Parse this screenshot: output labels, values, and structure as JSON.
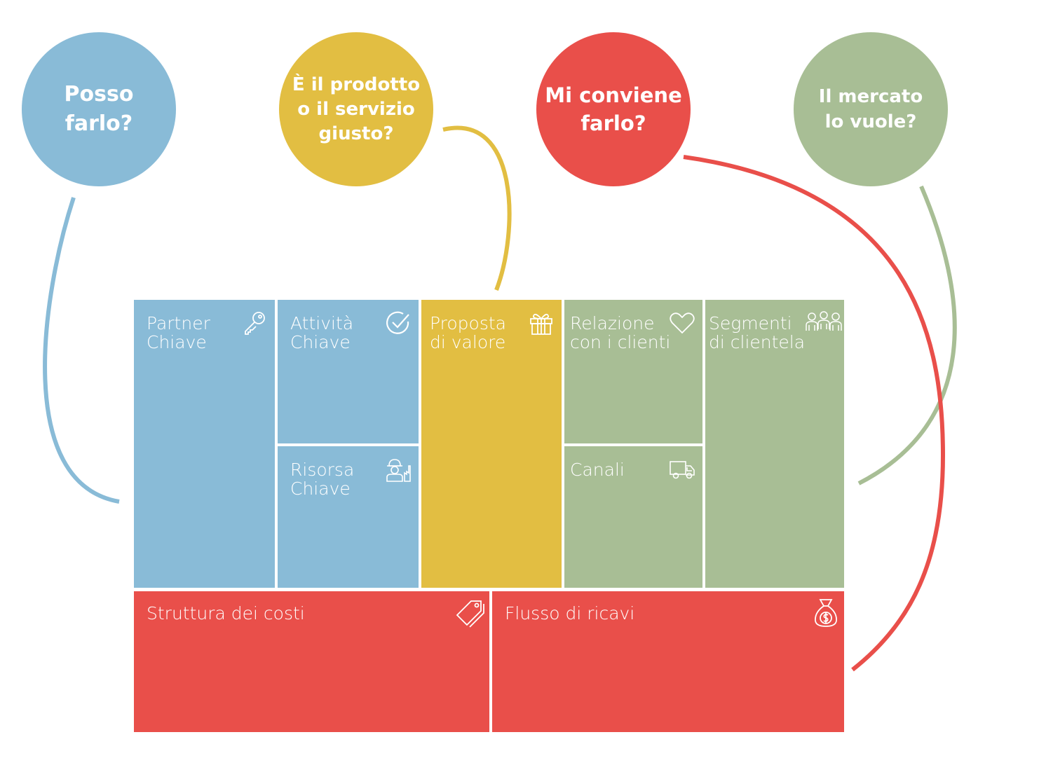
{
  "colors": {
    "blue": "#89BBD7",
    "yellow": "#E2BE42",
    "red": "#E94F4A",
    "green": "#A8BE95",
    "white": "#FFFFFF"
  },
  "questions": {
    "feasibility": "Posso\nfarlo?",
    "product": "È il prodotto\no il servizio\ngiusto?",
    "viability": "Mi conviene\nfarlo?",
    "desirability": "Il mercato\nlo vuole?"
  },
  "canvas": {
    "partner": {
      "label": "Partner\nChiave",
      "icon": "key-icon"
    },
    "activities": {
      "label": "Attività\nChiave",
      "icon": "checkmark-circle-icon"
    },
    "resources": {
      "label": "Risorsa\nChiave",
      "icon": "worker-factory-icon"
    },
    "value": {
      "label": "Proposta\ndi valore",
      "icon": "gift-icon"
    },
    "relations": {
      "label": "Relazione\ncon i clienti",
      "icon": "heart-icon"
    },
    "channels": {
      "label": "Canali",
      "icon": "truck-icon"
    },
    "segments": {
      "label": "Segmenti\ndi clientela",
      "icon": "people-group-icon"
    },
    "costs": {
      "label": "Struttura dei costi",
      "icon": "price-tag-icon"
    },
    "revenue": {
      "label": "Flusso di ricavi",
      "icon": "money-bag-icon"
    }
  }
}
